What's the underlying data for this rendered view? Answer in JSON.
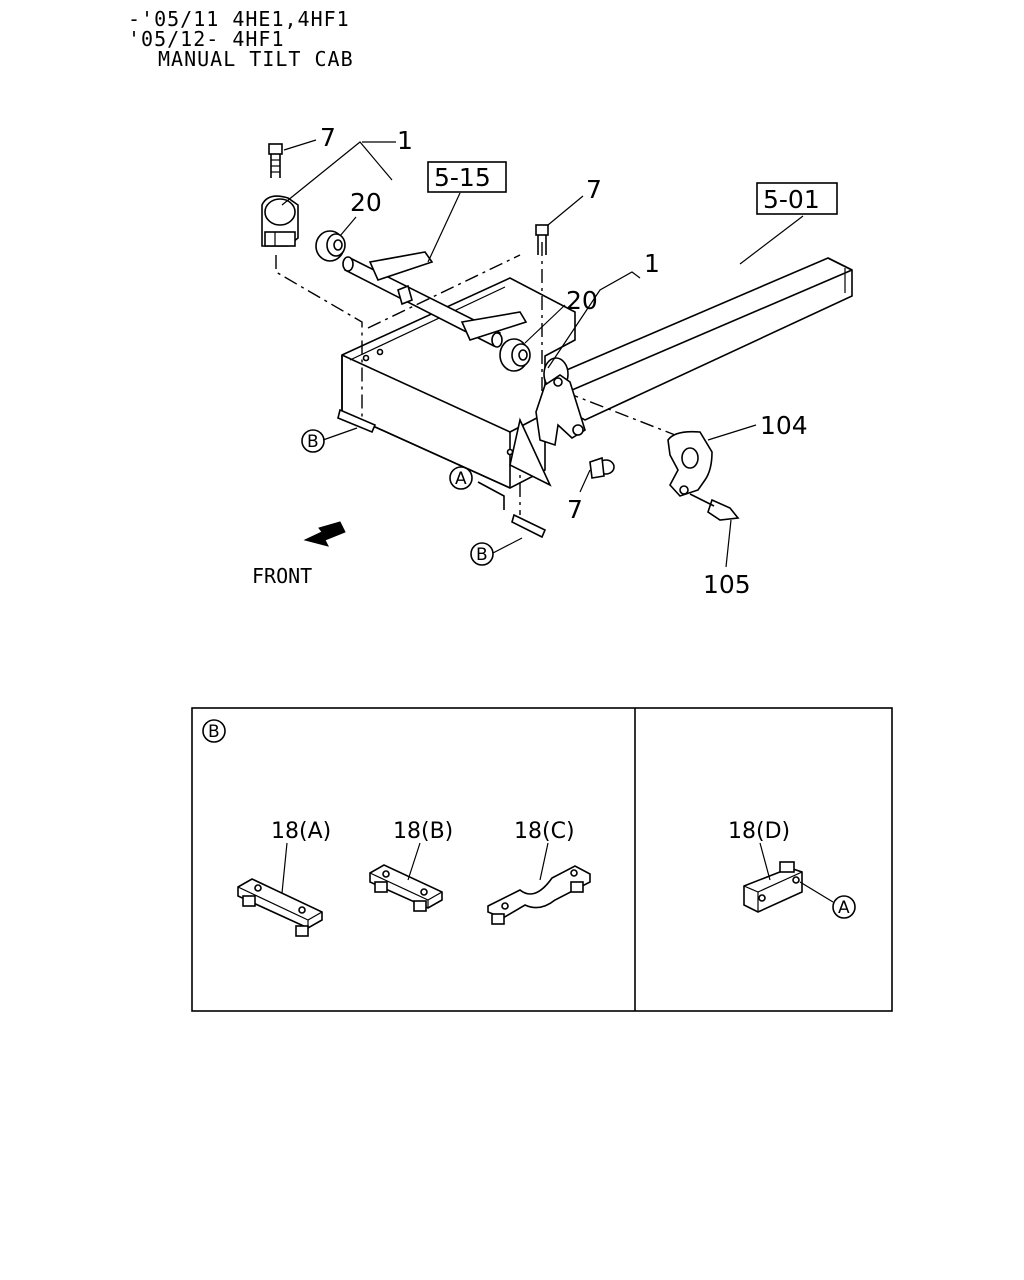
{
  "header": {
    "line1": "-'05/11 4HE1,4HF1",
    "line2": "'05/12- 4HF1",
    "line3": "MANUAL TILT CAB"
  },
  "callouts": {
    "bolt_top_left": "7",
    "bracket_top": "1",
    "bushing_left": "20",
    "ref_box_1": "5-15",
    "bolt_top_mid": "7",
    "ref_box_2": "5-01",
    "bracket_mid": "1",
    "bushing_mid": "20",
    "part_104": "104",
    "bolt_lower": "7",
    "part_105": "105",
    "mark_a": "A",
    "mark_b_left": "B",
    "mark_b_low": "B"
  },
  "front_label": "FRONT",
  "inset": {
    "section_mark": "B",
    "parts": [
      {
        "label": "18(A)"
      },
      {
        "label": "18(B)"
      },
      {
        "label": "18(C)"
      },
      {
        "label": "18(D)"
      }
    ],
    "detail_mark": "A"
  }
}
